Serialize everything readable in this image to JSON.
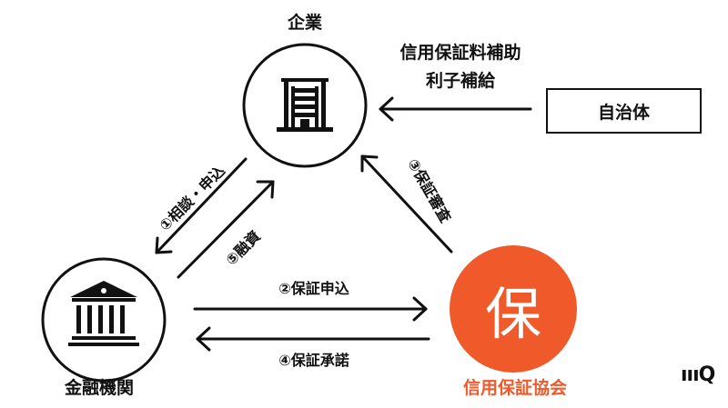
{
  "nodes": {
    "company": {
      "label": "企業"
    },
    "bank": {
      "label": "金融機関"
    },
    "guarantee": {
      "label": "信用保証協会",
      "symbol": "保",
      "color": "#F05A2B"
    },
    "municipality": {
      "label": "自治体"
    }
  },
  "edges": {
    "subsidy_line1": "信用保証料補助",
    "subsidy_line2": "利子補給",
    "consult_apply": "①相談・申込",
    "guarantee_apply": "②保証申込",
    "guarantee_review": "③保証審査",
    "guarantee_consent": "④保証承諾",
    "financing": "⑤融資"
  },
  "logo": {
    "text": "ıııQ"
  },
  "colors": {
    "ink": "#111111",
    "accent": "#F05A2B"
  },
  "icons": {
    "company": "building-icon",
    "bank": "bank-icon"
  }
}
